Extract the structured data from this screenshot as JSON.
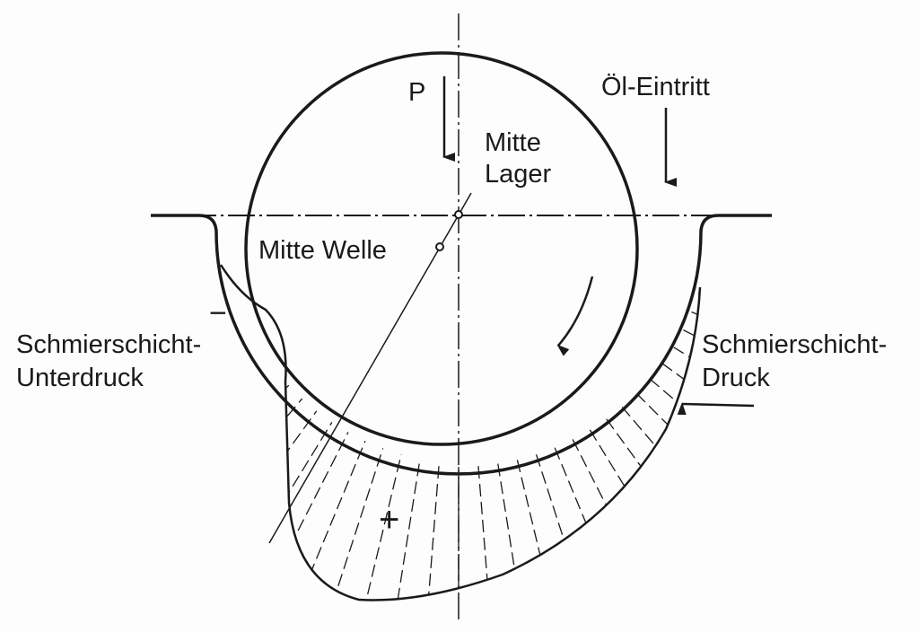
{
  "labels": {
    "load": "P",
    "bearing_center_1": "Mitte",
    "bearing_center_2": "Lager",
    "oil_inlet": "Öl-Eintritt",
    "shaft_center": "Mitte Welle",
    "negative_1": "Schmierschicht-",
    "negative_2": "Unterdruck",
    "positive_1": "Schmierschicht-",
    "positive_2": "Druck",
    "minus_sign": "−",
    "plus_sign": "+"
  },
  "colors": {
    "line": "#1a1a1a",
    "background": "#fdfdfd"
  }
}
